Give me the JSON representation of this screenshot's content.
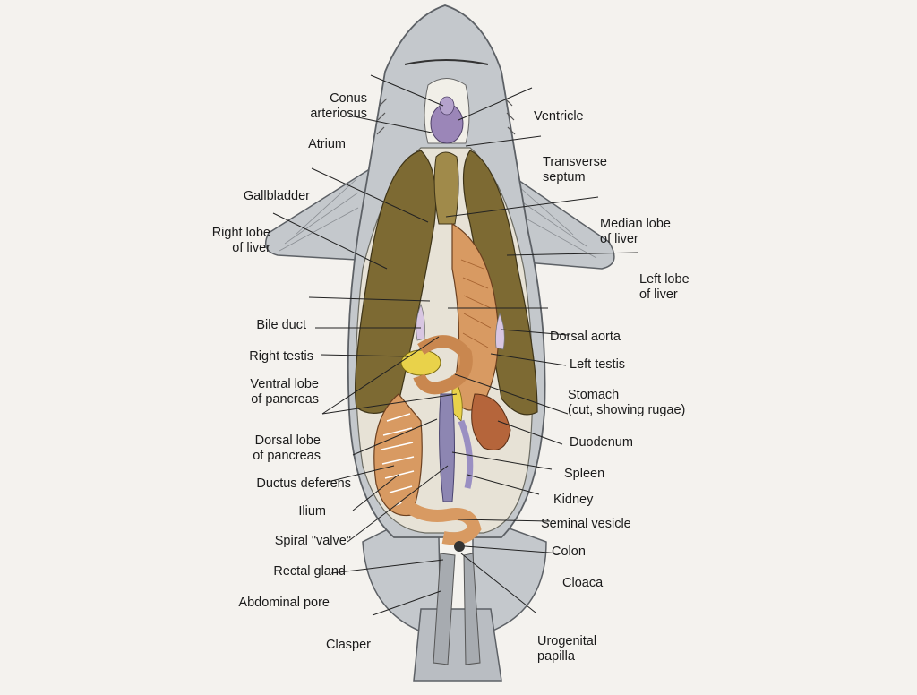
{
  "labels": {
    "conus_arteriosus": [
      "Conus",
      "arteriosus"
    ],
    "atrium": [
      "Atrium"
    ],
    "gallbladder": [
      "Gallbladder"
    ],
    "right_lobe_liver": [
      "Right lobe",
      "of liver"
    ],
    "bile_duct": [
      "Bile duct"
    ],
    "right_testis": [
      "Right testis"
    ],
    "ventral_lobe_pancreas": [
      "Ventral lobe",
      "of pancreas"
    ],
    "dorsal_lobe_pancreas": [
      "Dorsal lobe",
      "of pancreas"
    ],
    "ductus_deferens": [
      "Ductus deferens"
    ],
    "ilium": [
      "Ilium"
    ],
    "spiral_valve": [
      "Spiral \"valve\""
    ],
    "rectal_gland": [
      "Rectal gland"
    ],
    "abdominal_pore": [
      "Abdominal pore"
    ],
    "clasper": [
      "Clasper"
    ],
    "ventricle": [
      "Ventricle"
    ],
    "transverse_septum": [
      "Transverse",
      "septum"
    ],
    "median_lobe_liver": [
      "Median lobe",
      "of liver"
    ],
    "left_lobe_liver": [
      "Left lobe",
      "of liver"
    ],
    "dorsal_aorta": [
      "Dorsal aorta"
    ],
    "left_testis": [
      "Left testis"
    ],
    "stomach": [
      "Stomach",
      "(cut, showing rugae)"
    ],
    "duodenum": [
      "Duodenum"
    ],
    "spleen": [
      "Spleen"
    ],
    "kidney": [
      "Kidney"
    ],
    "seminal_vesicle": [
      "Seminal vesicle"
    ],
    "colon": [
      "Colon"
    ],
    "cloaca": [
      "Cloaca"
    ],
    "urogenital_papilla": [
      "Urogenital",
      "papilla"
    ]
  },
  "colors": {
    "skin": "#bfc3c8",
    "skin_edge": "#5d6166",
    "liver": "#7d6a33",
    "liver_light": "#a08a4a",
    "heart": "#9b86b8",
    "gut": "#d89a62",
    "spleen": "#b5653b",
    "pancreas": "#e9d24a",
    "kidney": "#8d86b2",
    "cavity": "#e7e2d6",
    "leader": "#222222"
  }
}
